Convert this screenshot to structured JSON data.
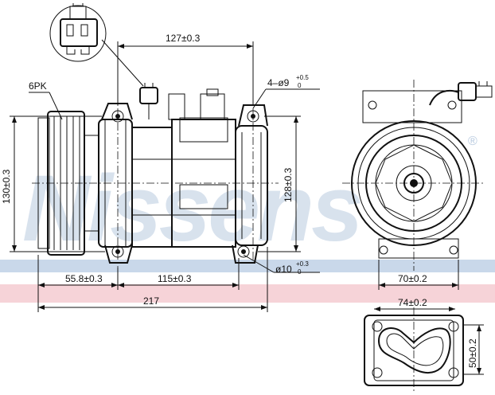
{
  "watermark": {
    "text": "Nissens",
    "registered": "®",
    "color": "#b9cbe0"
  },
  "stripes": {
    "blue": "#c9d8ea",
    "pink": "#f6d3d8"
  },
  "labels": {
    "belt": "6PK",
    "mount_holes": "4–ø9",
    "mount_holes_tol_upper": "+0.5",
    "mount_holes_tol_lower": "0",
    "bore": "ø10",
    "bore_tol_upper": "+0.3",
    "bore_tol_lower": "0"
  },
  "dimensions": {
    "top_width": "127±0.3",
    "left_height": "130±0.3",
    "right_height": "128±0.3",
    "offset_left": "55.8±0.3",
    "mid_width": "115±0.3",
    "total_length": "217",
    "side_width": "70±0.2",
    "port_width": "74±0.2",
    "port_height": "50±0.2"
  }
}
